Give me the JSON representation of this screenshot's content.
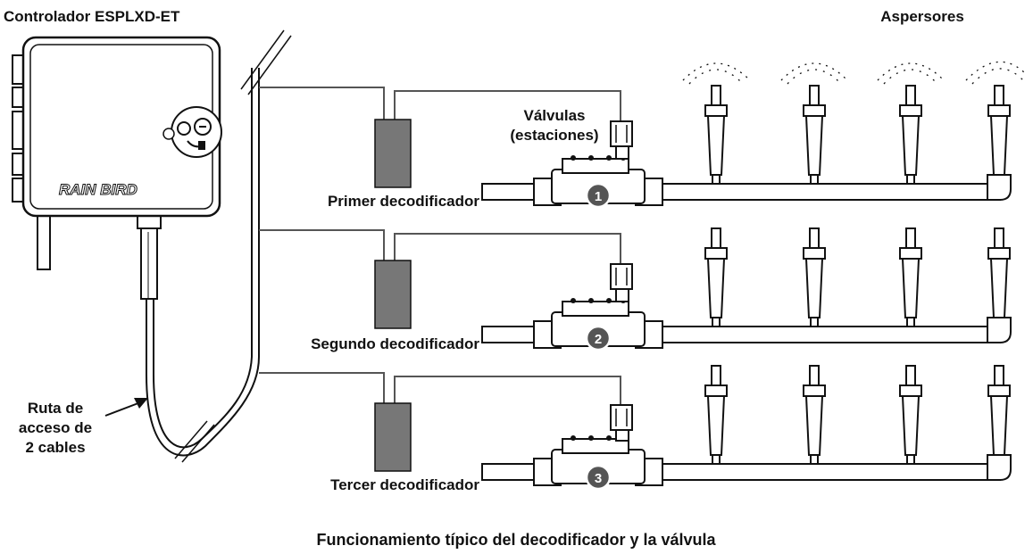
{
  "labels": {
    "controller": "Controlador ESPLXD-ET",
    "sprinklers": "Aspersores",
    "valves_line1": "Válvulas",
    "valves_line2": "(estaciones)",
    "decoder1": "Primer decodificador",
    "decoder2": "Segundo decodificador",
    "decoder3": "Tercer decodificador",
    "path_line1": "Ruta de",
    "path_line2": "acceso de",
    "path_line3": "2 cables",
    "caption": "Funcionamiento típico del decodificador y la válvula",
    "brand": "RAIN BIRD"
  },
  "stations": [
    "1",
    "2",
    "3"
  ],
  "colors": {
    "decoder_fill": "#777777",
    "badge_fill": "#555555",
    "wire": "#555555",
    "line": "#111111"
  }
}
